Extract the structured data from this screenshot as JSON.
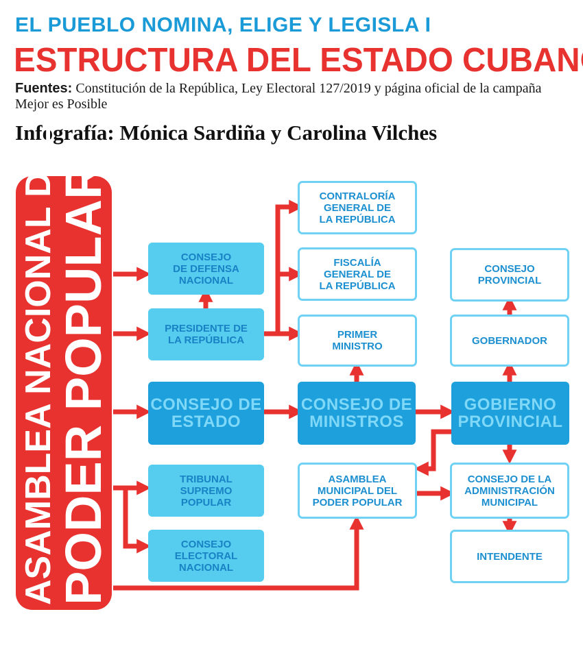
{
  "header": {
    "kicker": "EL PUEBLO NOMINA, ELIGE Y LEGISLA I",
    "title": "ESTRUCTURA DEL ESTADO CUBANO",
    "sources_label": "Fuentes:",
    "sources_text": " Constitución de la República, Ley Electoral 127/2019 y página oficial de la campaña Mejor es Posible",
    "credit": "Infografía: Mónica Sardiña y Carolina Vilches"
  },
  "assembly": {
    "line1": "ASAMBLEA NACIONAL DEL",
    "line2": "PODER POPULAR"
  },
  "boxes": {
    "consejo_defensa": "CONSEJO\nDE DEFENSA\nNACIONAL",
    "presidente": "PRESIDENTE DE\nLA REPÚBLICA",
    "consejo_estado": "CONSEJO DE\nESTADO",
    "tribunal": "TRIBUNAL\nSUPREMO\nPOPULAR",
    "consejo_electoral": "CONSEJO\nELECTORAL\nNACIONAL",
    "contraloria": "CONTRALORÍA\nGENERAL DE\nLA REPÚBLICA",
    "fiscalia": "FISCALÍA\nGENERAL DE\nLA REPÚBLICA",
    "primer_ministro": "PRIMER\nMINISTRO",
    "consejo_ministros": "CONSEJO DE\nMINISTROS",
    "asamblea_municipal": "ASAMBLEA\nMUNICIPAL DEL\nPODER POPULAR",
    "consejo_provincial": "CONSEJO\nPROVINCIAL",
    "gobernador": "GOBERNADOR",
    "gobierno_provincial": "GOBIERNO\nPROVINCIAL",
    "consejo_admin": "CONSEJO DE LA\nADMINISTRACIÓN\nMUNICIPAL",
    "intendente": "INTENDENTE"
  },
  "colors": {
    "red": "#e8322f",
    "blue_dark": "#1ea0dc",
    "blue_light": "#56cdef",
    "blue_outline": "#6fd2f2",
    "blue_text": "#1a9ad6"
  }
}
